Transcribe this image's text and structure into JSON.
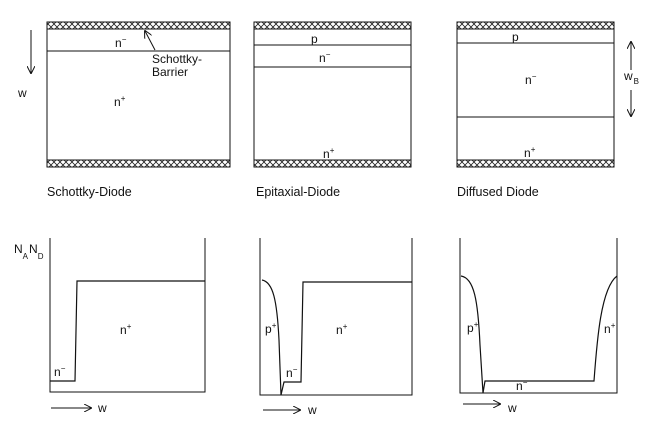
{
  "top": {
    "schottky": {
      "caption": "Schottky-Diode",
      "layer_n_minus": "n",
      "layer_n_plus": "n",
      "annotation_line1": "Schottky-",
      "annotation_line2": "Barrier",
      "axis_label": "w"
    },
    "epitaxial": {
      "caption": "Epitaxial-Diode",
      "layer_p": "p",
      "layer_n_minus": "n",
      "layer_n_plus": "n"
    },
    "diffused": {
      "caption": "Diffused Diode",
      "layer_p": "p",
      "layer_n_minus": "n",
      "layer_n_plus": "n",
      "width_label": "w",
      "width_subscript": "B"
    }
  },
  "bottom": {
    "ylabel": {
      "n": "N",
      "a": "A",
      "n2": "N",
      "d": "D"
    },
    "schottky": {
      "n_minus": "n",
      "n_plus": "n",
      "xlabel": "w"
    },
    "epitaxial": {
      "p_plus": "p",
      "n_plus": "n",
      "n_minus": "n",
      "xlabel": "w"
    },
    "diffused": {
      "p_plus": "p",
      "n_plus": "n",
      "n_minus": "n",
      "xlabel": "w"
    }
  },
  "symbols": {
    "minus": "−",
    "plus": "+"
  }
}
